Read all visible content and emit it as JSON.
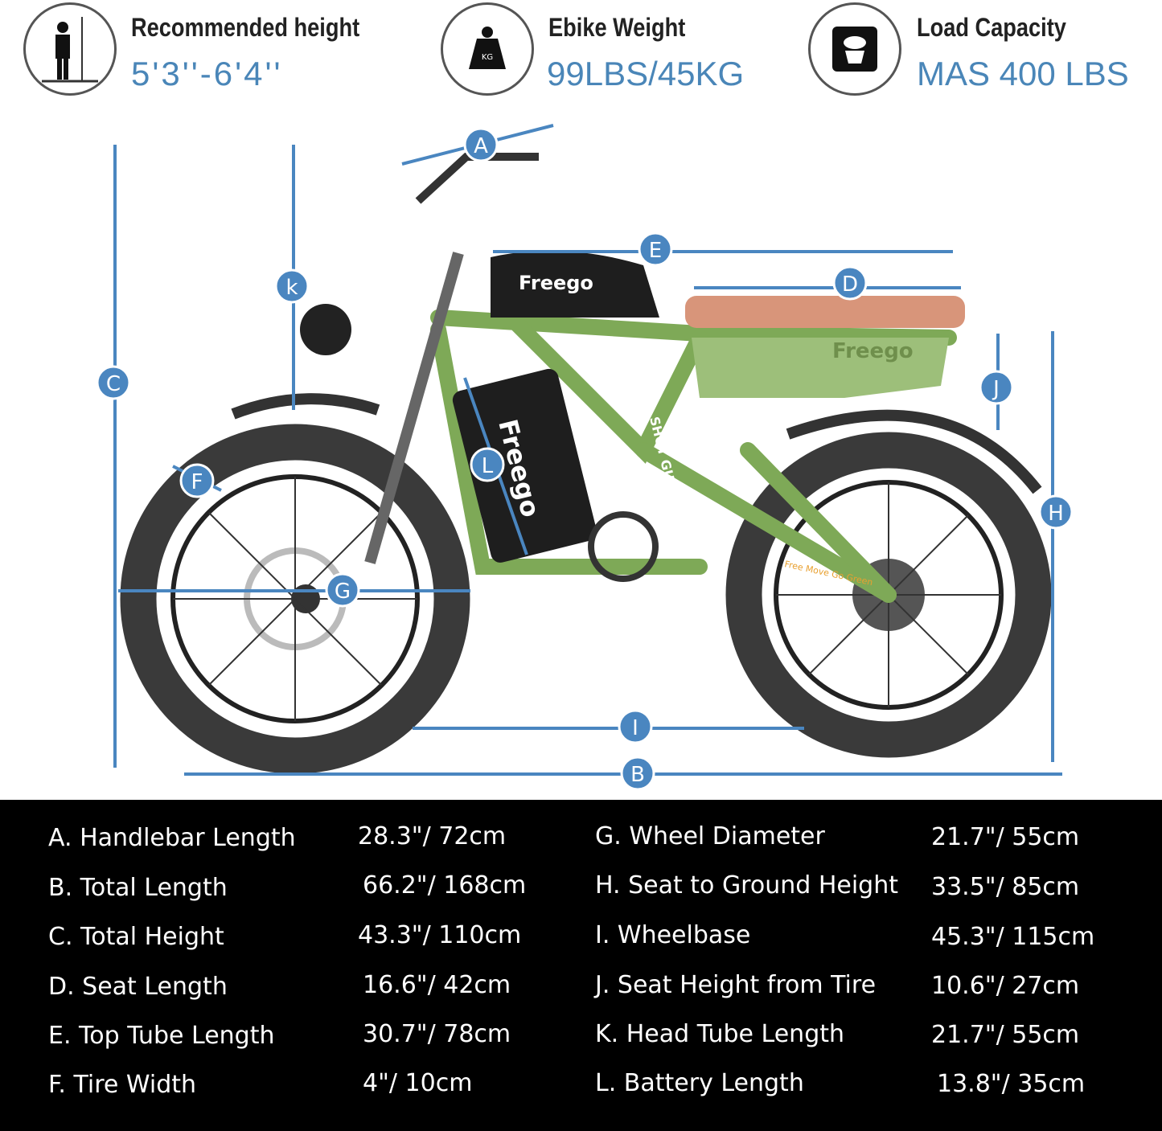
{
  "features": [
    {
      "icon": "height-person-icon",
      "title": "Recommended height",
      "value": "5'3''-6'4''"
    },
    {
      "icon": "weight-kg-icon",
      "title": "Ebike Weight",
      "value": "99LBS/45KG",
      "icon_text": "KG"
    },
    {
      "icon": "scale-icon",
      "title": "Load Capacity",
      "value": "MAS 400 LBS"
    }
  ],
  "diagram": {
    "markers": {
      "A": "A",
      "B": "B",
      "C": "C",
      "D": "D",
      "E": "E",
      "F": "F",
      "G": "G",
      "H": "H",
      "I": "I",
      "J": "J",
      "K": "k",
      "L": "L"
    },
    "brand": "Freego",
    "model": "SHOT GUN",
    "slogan": "Free Move Go Green"
  },
  "colors": {
    "accent": "#4a86c0",
    "frame": "#7ea957",
    "seat": "#d8957a",
    "tire": "#3a3a3a"
  },
  "specs": [
    {
      "label": "A. Handlebar Length",
      "value": "28.3\"/ 72cm"
    },
    {
      "label": "B. Total Length",
      "value": "66.2\"/ 168cm"
    },
    {
      "label": "C. Total Height",
      "value": "43.3\"/ 110cm"
    },
    {
      "label": "D. Seat Length",
      "value": "16.6\"/ 42cm"
    },
    {
      "label": "E. Top Tube Length",
      "value": "30.7\"/ 78cm"
    },
    {
      "label": "F. Tire Width",
      "value": "4\"/ 10cm"
    },
    {
      "label": "G. Wheel Diameter",
      "value": "21.7\"/ 55cm"
    },
    {
      "label": "H. Seat to Ground Height",
      "value": "33.5\"/ 85cm"
    },
    {
      "label": "I. Wheelbase",
      "value": "45.3\"/ 115cm"
    },
    {
      "label": "J. Seat Height from Tire",
      "value": "10.6\"/ 27cm"
    },
    {
      "label": "K. Head Tube Length",
      "value": "21.7\"/ 55cm"
    },
    {
      "label": "L. Battery Length",
      "value": "13.8\"/ 35cm"
    }
  ]
}
